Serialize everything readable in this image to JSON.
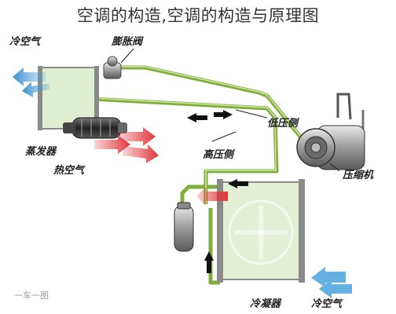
{
  "title": "空调的构造,空调的构造与原理图",
  "labels": {
    "cold_air_top": "冷空气",
    "expansion_valve": "膨胀阀",
    "low_pressure_side": "低压侧",
    "high_pressure_side": "高压侧",
    "evaporator": "蒸发器",
    "hot_air": "热空气",
    "compressor": "压缩机",
    "condenser": "冷凝器",
    "cold_air_bottom": "冷空气"
  },
  "watermark": "一车一图",
  "colors": {
    "pipe": "#7fae3a",
    "coil": "#8fbf4a",
    "hot_arrow": "#e0353a",
    "cold_arrow": "#4a9fd8"
  }
}
